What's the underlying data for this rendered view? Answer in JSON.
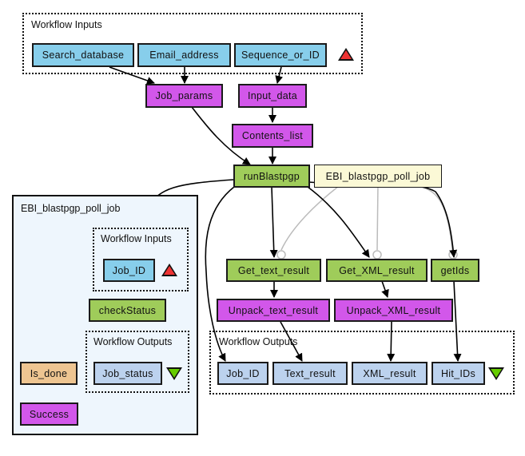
{
  "clusters": {
    "workflow_inputs": "Workflow Inputs",
    "workflow_outputs": "Workflow Outputs",
    "subworkflow": "EBI_blastpgp_poll_job",
    "sub_inputs": "Workflow Inputs",
    "sub_outputs": "Workflow Outputs"
  },
  "inputs": [
    "Search_database",
    "Email_address",
    "Sequence_or_ID"
  ],
  "processors": {
    "job_params": "Job_params",
    "input_data": "Input_data",
    "contents_list": "Contents_list",
    "run_blastpgp": "runBlastpgp",
    "poll_job": "EBI_blastpgp_poll_job",
    "get_text_result": "Get_text_result",
    "get_xml_result": "Get_XML_result",
    "get_ids": "getIds",
    "unpack_text_result": "Unpack_text_result",
    "unpack_xml_result": "Unpack_XML_result"
  },
  "outputs": [
    "Job_ID",
    "Text_result",
    "XML_result",
    "Hit_IDs"
  ],
  "subworkflow": {
    "input": "Job_ID",
    "check_status": "checkStatus",
    "is_done": "Is_done",
    "success": "Success",
    "output": "Job_status"
  },
  "colors": {
    "input": "#87ceeb",
    "processor": "#d257ea",
    "service": "#9fcc5a",
    "nested": "#fbf9d6",
    "output": "#bcd2ee",
    "boolean": "#eec591",
    "subworkflow_bg": "#eef6fd",
    "input_marker": "#ee3333",
    "output_marker": "#66cc00",
    "control_link": "#bbbbbb"
  }
}
